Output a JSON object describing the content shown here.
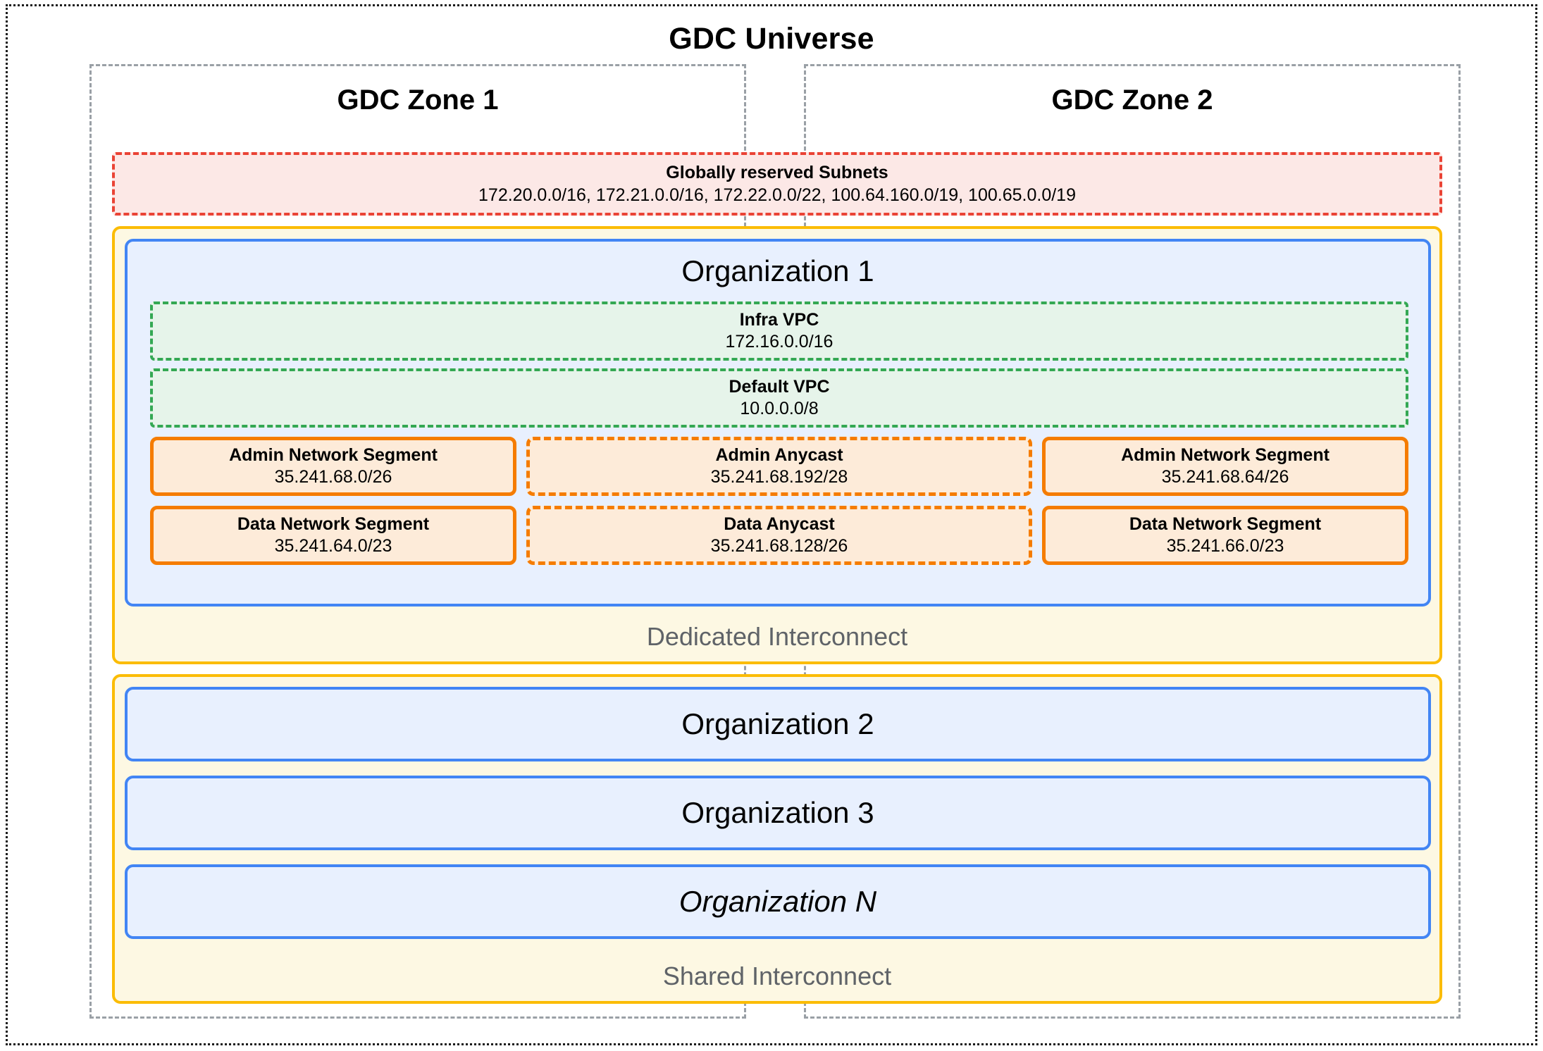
{
  "universe": {
    "title": "GDC Universe"
  },
  "zones": [
    {
      "label": "GDC Zone 1"
    },
    {
      "label": "GDC Zone 2"
    }
  ],
  "reserved": {
    "title": "Globally reserved Subnets",
    "subnets": "172.20.0.0/16, 172.21.0.0/16, 172.22.0.0/22, 100.64.160.0/19, 100.65.0.0/19"
  },
  "dedicated_interconnect": {
    "label": "Dedicated Interconnect",
    "organization": {
      "title": "Organization 1",
      "vpcs": [
        {
          "name": "Infra VPC",
          "cidr": "172.16.0.0/16"
        },
        {
          "name": "Default VPC",
          "cidr": "10.0.0.0/8"
        }
      ],
      "admin_row": [
        {
          "name": "Admin Network Segment",
          "cidr": "35.241.68.0/26",
          "style": "solid"
        },
        {
          "name": "Admin Anycast",
          "cidr": "35.241.68.192/28",
          "style": "dashed"
        },
        {
          "name": "Admin Network Segment",
          "cidr": "35.241.68.64/26",
          "style": "solid"
        }
      ],
      "data_row": [
        {
          "name": "Data Network Segment",
          "cidr": "35.241.64.0/23",
          "style": "solid"
        },
        {
          "name": "Data Anycast",
          "cidr": "35.241.68.128/26",
          "style": "dashed"
        },
        {
          "name": "Data Network Segment",
          "cidr": "35.241.66.0/23",
          "style": "solid"
        }
      ]
    }
  },
  "shared_interconnect": {
    "label": "Shared Interconnect",
    "organizations": [
      {
        "title": "Organization 2"
      },
      {
        "title": "Organization 3"
      },
      {
        "title": "Organization N"
      }
    ]
  },
  "colors": {
    "universe_border": "#1a1a1a",
    "zone_border": "#9aa0a6",
    "reserved_border": "#ea4335",
    "reserved_fill": "#fce8e6",
    "interconnect_border": "#fbbc04",
    "interconnect_fill": "#fdf8e3",
    "org_border": "#4285f4",
    "org_fill": "#e8f0fe",
    "vpc_border": "#34a853",
    "vpc_fill": "#e6f4ea",
    "segment_border": "#f57c00",
    "segment_fill": "#fdebd9",
    "interconnect_label_text": "#5f6368"
  }
}
